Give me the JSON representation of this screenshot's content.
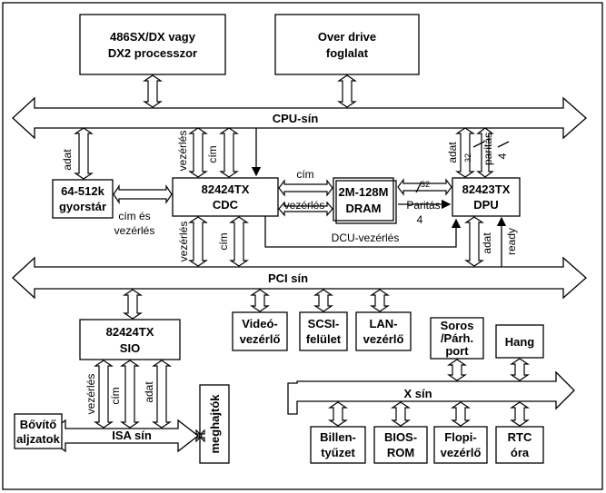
{
  "boxes": {
    "cpu": [
      "486SX/DX vagy",
      "DX2 processzor"
    ],
    "overdrive": [
      "Over drive",
      "foglalat"
    ],
    "cache": [
      "64-512k",
      "gyorstár"
    ],
    "cdc": [
      "82424TX",
      "CDC"
    ],
    "dram": [
      "2M-128M",
      "DRAM"
    ],
    "dpu": [
      "82423TX",
      "DPU"
    ],
    "sio": [
      "82424TX",
      "SIO"
    ],
    "video": [
      "Videó-",
      "vezérlő"
    ],
    "scsi": [
      "SCSI-",
      "felület"
    ],
    "lan": [
      "LAN-",
      "vezérlő"
    ],
    "serial": [
      "Soros",
      "/Párh.",
      "port"
    ],
    "sound": [
      "Hang"
    ],
    "expansion": [
      "Bővítő",
      "aljzatok"
    ],
    "drivers": [
      "meghajtók"
    ],
    "keyboard": [
      "Billen-",
      "tyűzet"
    ],
    "bios": [
      "BIOS-",
      "ROM"
    ],
    "floppy": [
      "Flopi-",
      "vezérlő"
    ],
    "rtc": [
      "RTC",
      "óra"
    ]
  },
  "buses": {
    "cpu": "CPU-sín",
    "pci": "PCI sín",
    "x": "X sín",
    "isa": "ISA sín"
  },
  "labels": {
    "adat": "adat",
    "vezerles": "vezérlés",
    "cim": "cím",
    "paritas": "paritás",
    "cim_es": "cím és",
    "vezerles_h": "vezérlés",
    "cim_h": "cím",
    "paritas_h": "Paritás",
    "four": "4",
    "thirtytwo": "32",
    "dcu": "DCU-vezérlés",
    "ready": "ready"
  }
}
